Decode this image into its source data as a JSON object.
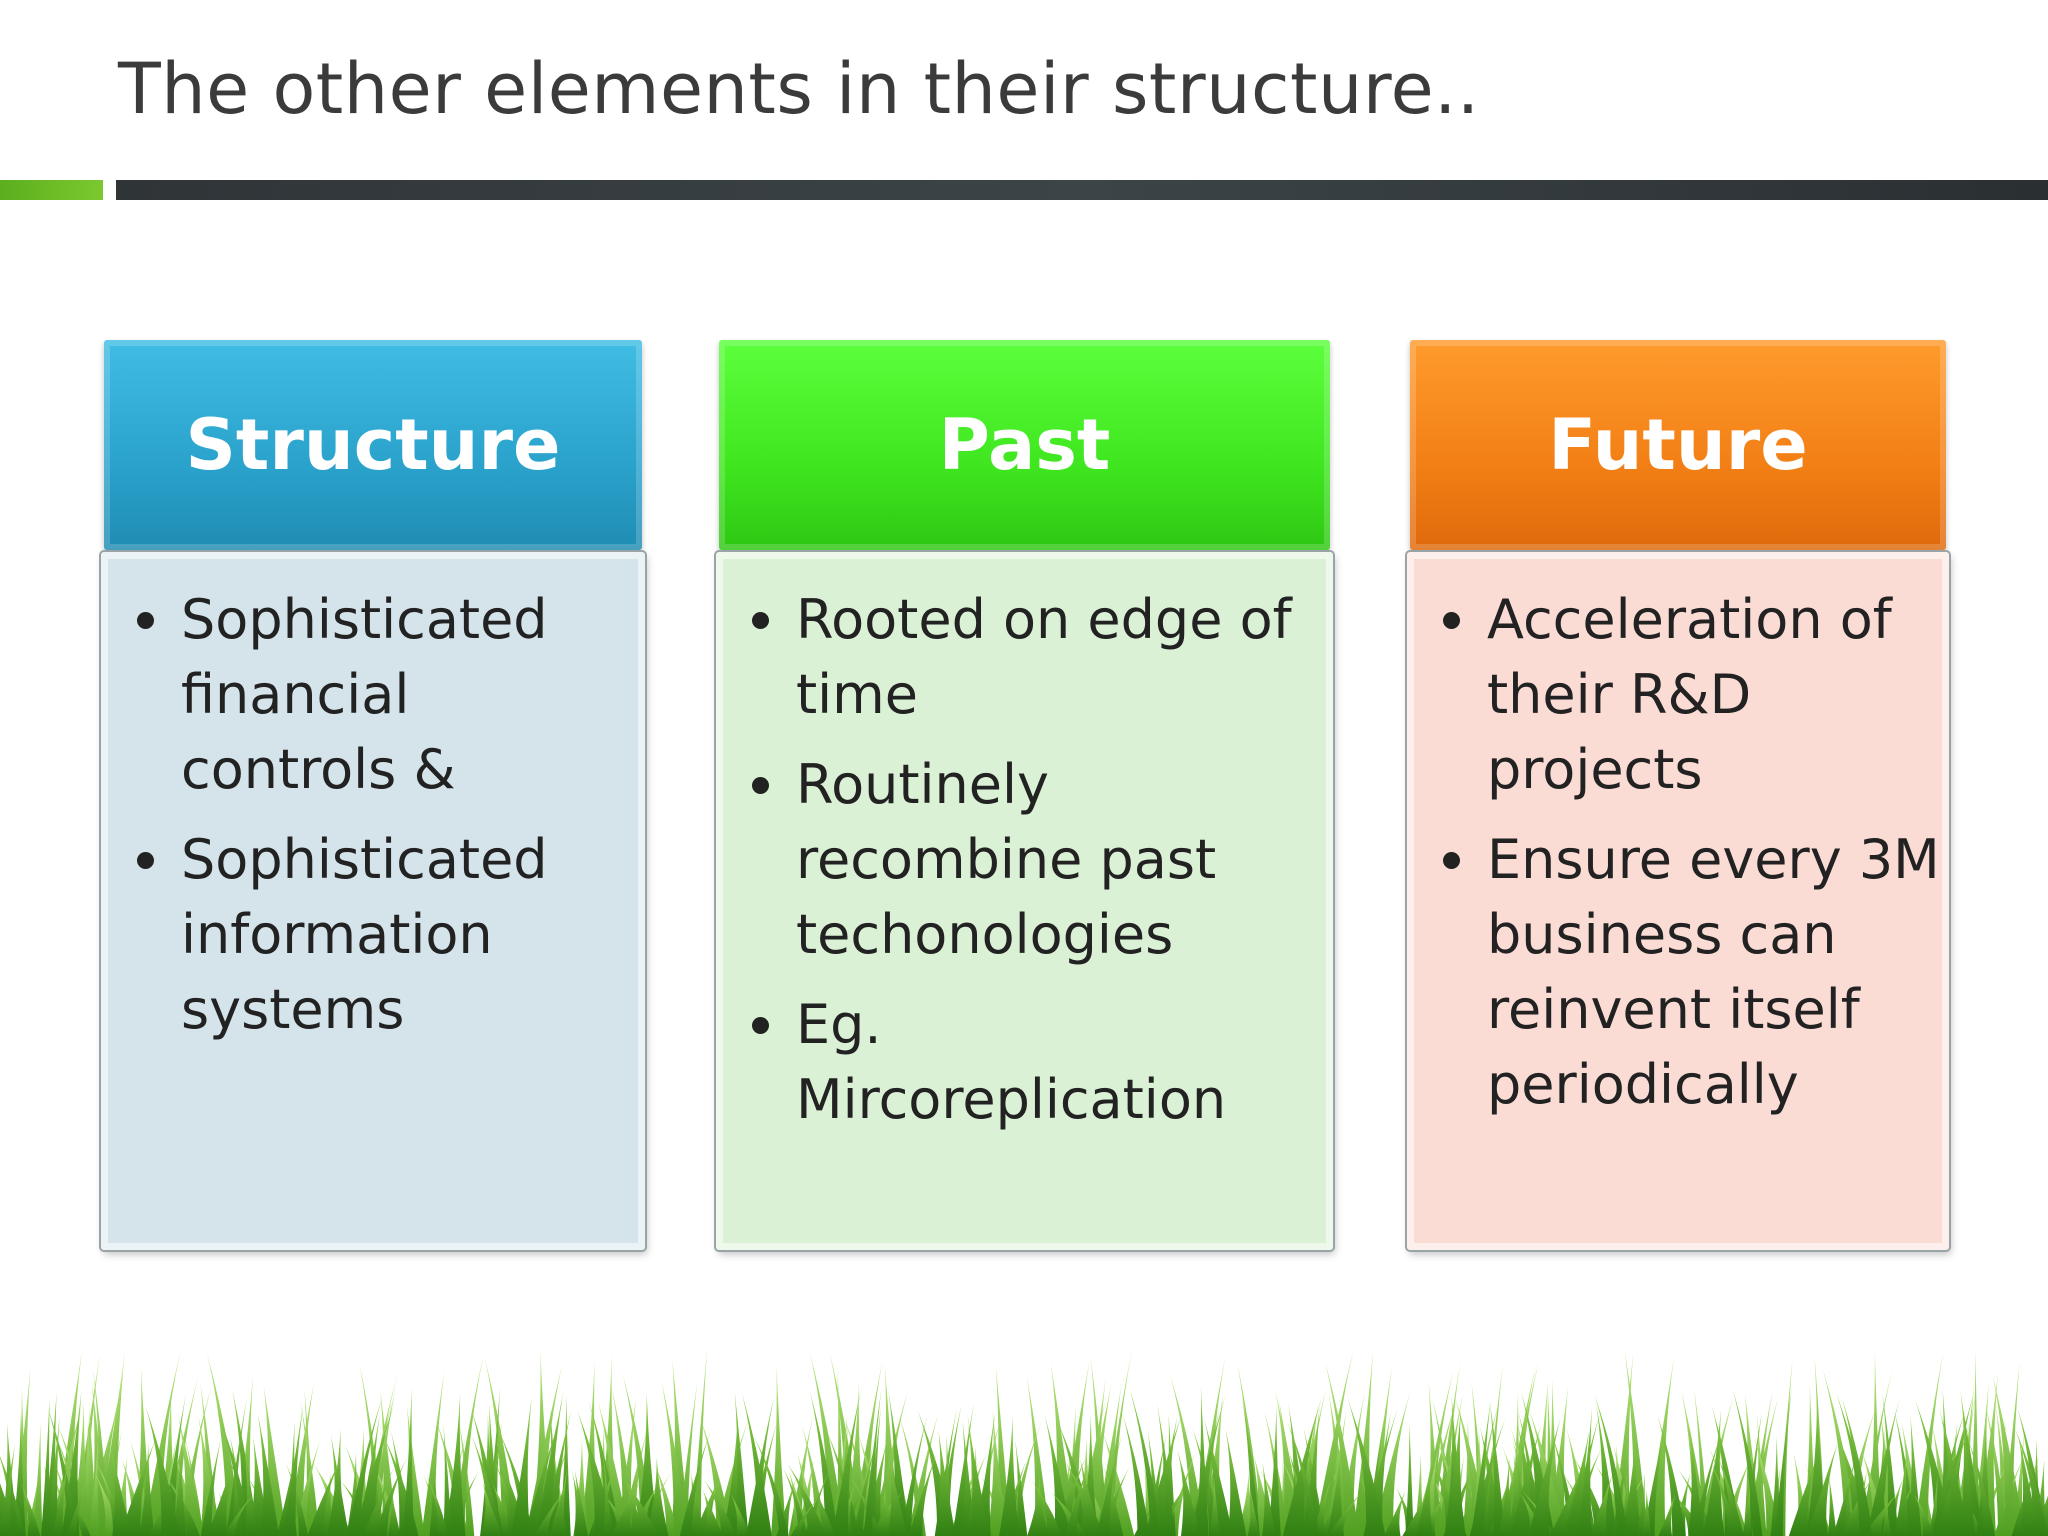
{
  "slide": {
    "title": "The other elements in their structure..",
    "columns": [
      {
        "heading": "Structure",
        "color": "#2aa2cb",
        "bullets": [
          "Sophisticated financial controls &",
          "Sophisticated information systems"
        ]
      },
      {
        "heading": "Past",
        "color": "#3fe61f",
        "bullets": [
          "Rooted on edge of time",
          "Routinely recombine past techonologies",
          "Eg. Mircoreplication"
        ]
      },
      {
        "heading": "Future",
        "color": "#f27f15",
        "bullets": [
          "Acceleration of their R&D projects",
          "Ensure every 3M business can reinvent itself periodically"
        ]
      }
    ],
    "decoration": "grass-border"
  }
}
